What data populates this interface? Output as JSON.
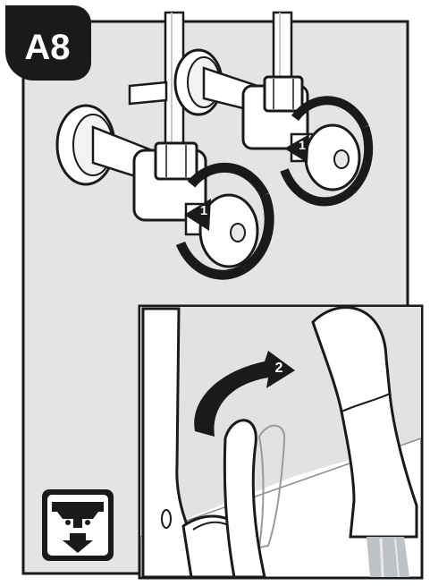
{
  "step": {
    "label": "A8"
  },
  "valves": [
    {
      "arrow_label": "1"
    },
    {
      "arrow_label": "1"
    }
  ],
  "inset": {
    "arrow_label": "2"
  },
  "icon": {
    "name": "shutoff-valve-drain-icon"
  },
  "colors": {
    "wall": "#e4e4e4",
    "outline": "#1a1a1a",
    "white": "#ffffff",
    "water": "#bfc3c5"
  }
}
